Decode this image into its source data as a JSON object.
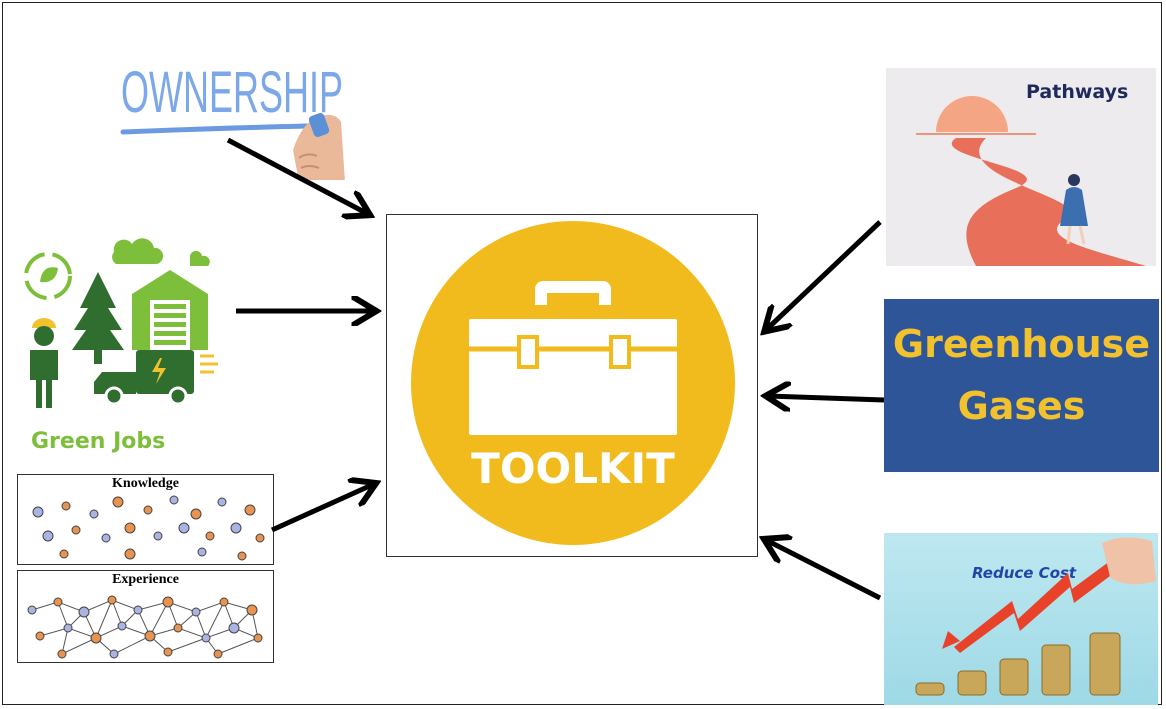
{
  "center": {
    "label": "TOOLKIT",
    "circle_color": "#F2BB1D"
  },
  "inputs": {
    "ownership": {
      "label": "OWNERSHIP",
      "color": "#7CA7E8"
    },
    "green_jobs": {
      "label": "Green Jobs",
      "color": "#7DBE3A"
    },
    "knowledge": {
      "label": "Knowledge"
    },
    "experience": {
      "label": "Experience"
    },
    "pathways": {
      "label": "Pathways"
    },
    "greenhouse": {
      "line1": "Greenhouse",
      "line2": "Gases",
      "bg": "#2D5597",
      "fg": "#F2C12E"
    },
    "reduce_cost": {
      "label": "Reduce Cost"
    }
  }
}
